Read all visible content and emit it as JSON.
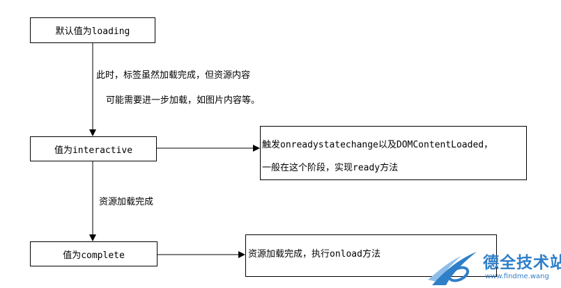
{
  "nodes": {
    "loading": "默认值为loading",
    "interactive": "值为interactive",
    "complete": "值为complete"
  },
  "notes": {
    "loading_to_interactive_line1": "此时，标签虽然加载完成，但资源内容",
    "loading_to_interactive_line2": "可能需要进一步加载，如图片内容等。",
    "interactive_to_complete": "资源加载完成"
  },
  "callouts": {
    "interactive_line1": "触发onreadystatechange以及DOMContentLoaded，",
    "interactive_line2": "一般在这个阶段，实现ready方法",
    "complete": "资源加载完成，执行onload方法"
  },
  "watermark": {
    "name": "德全技术站",
    "url": "www.findme.wang",
    "color": "#2f7fc8"
  }
}
